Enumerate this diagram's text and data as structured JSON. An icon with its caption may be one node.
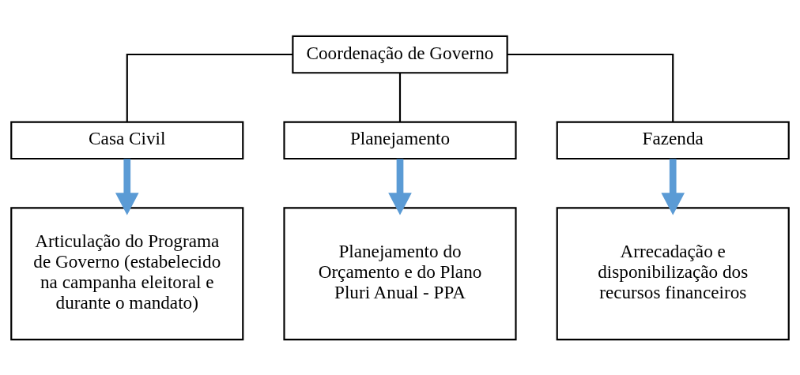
{
  "diagram": {
    "nodes": [
      {
        "text": [
          "Coordenação de Governo"
        ]
      },
      {
        "text": [
          "Casa Civil"
        ]
      },
      {
        "text": [
          "Planejamento"
        ]
      },
      {
        "text": [
          "Fazenda"
        ]
      },
      {
        "text": [
          "Articulação do Programa de Governo (estabelecido na campanha eleitoral e durante o mandato)"
        ]
      },
      {
        "text": [
          "Planejamento do Orçamento e do Plano Pluri Anual - PPA"
        ]
      },
      {
        "text": [
          "Arrecadação e disponibilização dos recursos financeiros"
        ]
      }
    ],
    "edges": [
      {
        "from": 0,
        "to": 1,
        "arrow": "none"
      },
      {
        "from": 0,
        "to": 2,
        "arrow": "none"
      },
      {
        "from": 0,
        "to": 3,
        "arrow": "none"
      },
      {
        "from": 1,
        "to": 4,
        "arrow": "to",
        "style": "thick",
        "color": "#5b9bd5"
      },
      {
        "from": 2,
        "to": 5,
        "arrow": "to",
        "style": "thick",
        "color": "#5b9bd5"
      },
      {
        "from": 3,
        "to": 6,
        "arrow": "to",
        "style": "thick",
        "color": "#5b9bd5"
      }
    ]
  }
}
